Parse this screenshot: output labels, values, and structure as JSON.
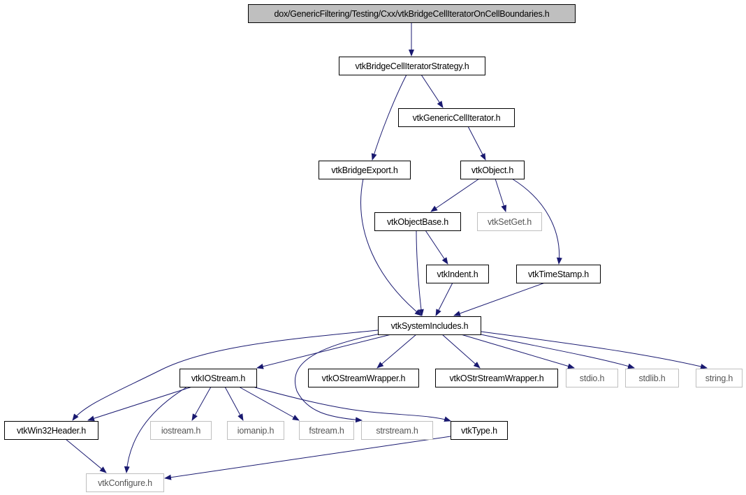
{
  "colors": {
    "edge": "#191970",
    "root_fill": "#bfbfbf",
    "external_border": "#bfbfbf"
  },
  "nodes": {
    "root": "dox/GenericFiltering/Testing/Cxx/vtkBridgeCellIteratorOnCellBoundaries.h",
    "strategy": "vtkBridgeCellIteratorStrategy.h",
    "generic_cell_iterator": "vtkGenericCellIterator.h",
    "bridge_export": "vtkBridgeExport.h",
    "object": "vtkObject.h",
    "object_base": "vtkObjectBase.h",
    "set_get": "vtkSetGet.h",
    "indent": "vtkIndent.h",
    "time_stamp": "vtkTimeStamp.h",
    "system_includes": "vtkSystemIncludes.h",
    "iostream_vtk": "vtkIOStream.h",
    "ostream_wrapper": "vtkOStreamWrapper.h",
    "ostrstream_wrapper": "vtkOStrStreamWrapper.h",
    "stdio": "stdio.h",
    "stdlib": "stdlib.h",
    "string": "string.h",
    "win32_header": "vtkWin32Header.h",
    "iostream": "iostream.h",
    "iomanip": "iomanip.h",
    "fstream": "fstream.h",
    "strstream": "strstream.h",
    "type": "vtkType.h",
    "configure": "vtkConfigure.h"
  }
}
